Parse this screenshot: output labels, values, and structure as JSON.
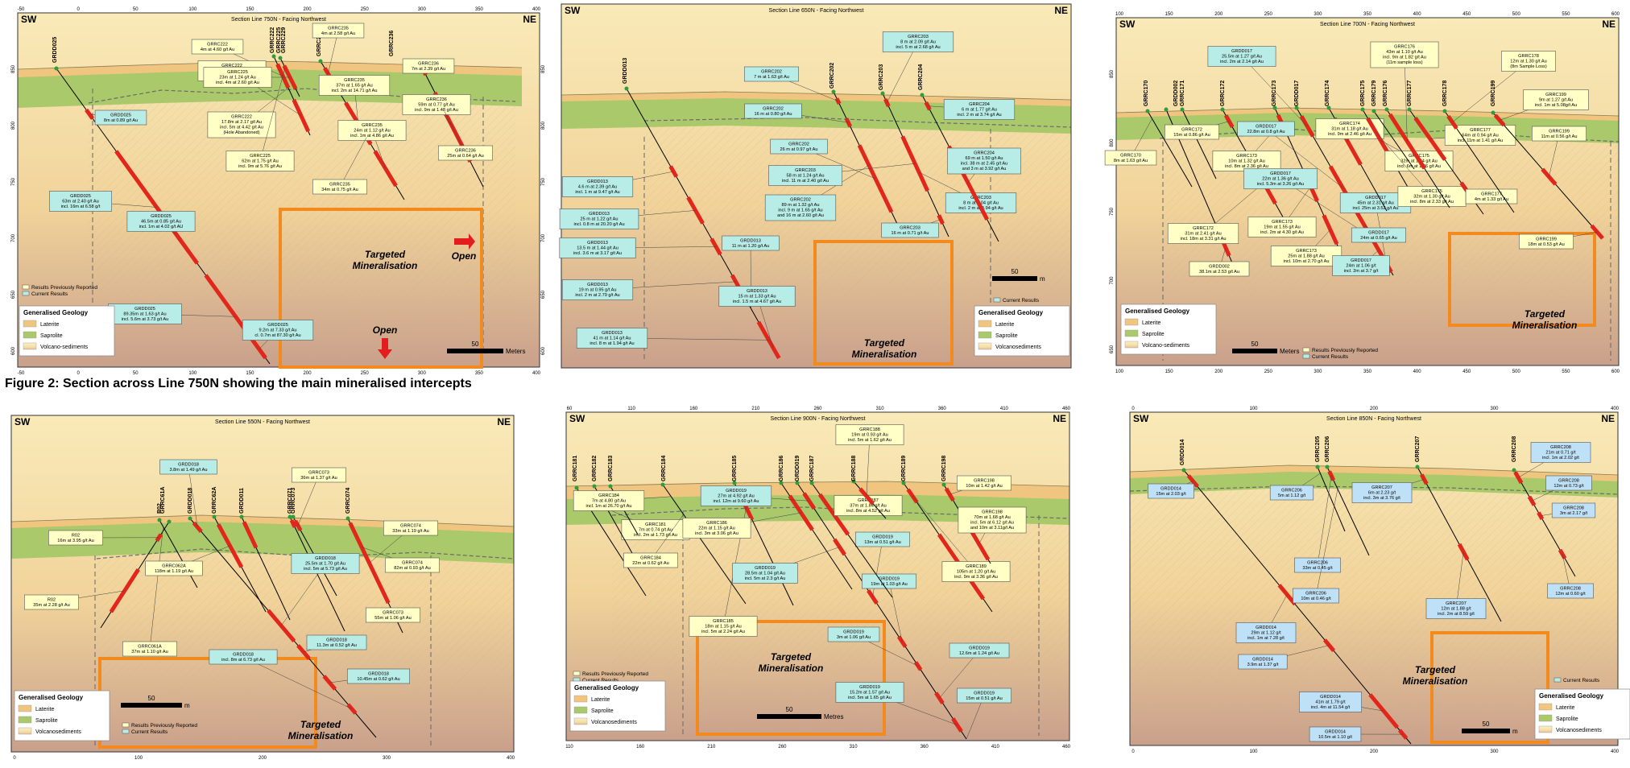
{
  "caption": "Figure 2: Section across Line 750N showing the main mineralised intercepts",
  "colors": {
    "laterite": "#efc57f",
    "saprolite": "#a9c96a",
    "volcano_top": "#f7e4ad",
    "volcano_bottom": "#c99a86",
    "hole_trace": "#000000",
    "intercept": "#e2261b",
    "target_box": "#f28a1e",
    "label_prev": "#ffffc6",
    "label_current": "#b8ece6",
    "label_blue": "#bfe1f7",
    "arrow": "#e31d1d"
  },
  "panels": [
    {
      "title": "Section Line 750N - Facing Northwest",
      "left_label": "SW",
      "right_label": "NE",
      "top_ticks": [
        "-50",
        "0",
        "50",
        "100",
        "150",
        "200",
        "250",
        "300",
        "350",
        "400"
      ],
      "bottom_ticks": [
        "-50",
        "0",
        "50",
        "100",
        "150",
        "200",
        "250",
        "300",
        "350",
        "400"
      ],
      "left_ticks": [
        "850",
        "800",
        "750",
        "700",
        "650",
        "600"
      ],
      "right_ticks": [
        "850",
        "800",
        "750",
        "700",
        "650",
        "600"
      ],
      "holes": [
        {
          "name": "GRDD025",
          "labels": [
            "GRDD025\n8m at 0.89 g/t Au",
            "GRDD025\n63m at 2.40 g/t Au\nincl. 16m at 6.58 g/t",
            "GRDD025\n46.5m at 0.85 g/t Au\nincl. 1m at 4.02 g/t AU",
            "GRDD025\n89.35m at 1.63 g/t Au\nincl. 5.6m at 3.73 g/t Au",
            "GRDD025\n9.2m at 7.33 g/t Au\ncl. 0.7m at 87.30 g/t Au"
          ]
        },
        {
          "name": "GRRC222",
          "labels": [
            "GRRC222\n4m at 4.60 g/t Au",
            "GRRC222\n25m at 1.87 g/t Au\nincl. 3m at 7.68 g/t Au",
            "GRRC222\n17.8m at 2.17 g/t Au\nincl. 5m at 4.42 g/t Au\n(Hole Abandoned)"
          ]
        },
        {
          "name": "GRRC225",
          "labels": [
            "GRRC225\n23m at 1.24 g/t Au\nincl. 4m at 2.60 g/t Au",
            "GRRC225\n62m at 1.75 g/t Au\nincl. 9m at 5.76 g/t Au"
          ]
        },
        {
          "name": "GRRC235",
          "labels": [
            "GRRC235\n4m at 2.58 g/t Au",
            "GRRC235\n37m at 1.65 g/t Au\nincl. 2m at 14.71 g/t Au",
            "GRRC235\n24m at 1.12 g/t Au\nincl. 1m at 4.86 g/t Au",
            "GRRC235\n34m at 0.75 g/t Au"
          ]
        },
        {
          "name": "GRRC236",
          "labels": [
            "GRRC236\n7m at 2.39 g/t Au",
            "GRRC236\n59m at 0.77 g/t Au\nincl. 9m at 1.48 g/t Au",
            "GRRC236\n25m at 0.64 g/t Au"
          ]
        }
      ],
      "extra_collars": [
        "GRRC229"
      ],
      "annotations": [
        "Open",
        "Open"
      ],
      "target_label": "Targeted\nMineralisation",
      "scale": {
        "value": "50",
        "unit": "Meters"
      },
      "result_legend": [
        "Results Previously Reported",
        "Current Results"
      ],
      "geology_legend": {
        "title": "Generalised Geology",
        "items": [
          "Laterite",
          "Saprolite",
          "Volcano-sediments"
        ]
      }
    },
    {
      "title": "Section Line 650N - Facing Northwest",
      "left_label": "SW",
      "right_label": "NE",
      "holes": [
        {
          "name": "GRDD013",
          "labels": [
            "GRDD013\n4.6 m at 2.39 g/t Au\nincl. 1 m at 9.47 g/t Au",
            "GRDD013\n25 m at 1.22 g/t Au\nincl. 0.8 m at 20.20 g/t Au",
            "GRDD013\n13.5 m at 1.44 g/t Au\nincl. 3.6 m at 3.17 g/t Au",
            "GRDD013\n19 m at 0.95 g/t Au\nincl. 2 m at 2.79 g/t Au",
            "GRDD013\n41 m at 1.14 g/t Au\nincl. 8 m at 1.94 g/t Au",
            "GRDD013\n11 m at 1.20 g/t Au",
            "GRDD013\n15 m at 1.33 g/t Au\nincl. 1.5 m at 4.67 g/t Au"
          ]
        },
        {
          "name": "GRRC202",
          "labels": [
            "GRRC202\n7 m at 1.63 g/t Au",
            "GRRC202\n16 m at 0.80 g/t Au",
            "GRRC202\n26 m at 0.97 g/t Au",
            "GRRC202\n89 m at 1.32 g/t Au\nincl. 9 m at 1.65 g/t Au\nand 16 m at 2.60 g/t Au"
          ]
        },
        {
          "name": "GRRC203",
          "labels": [
            "GRRC203\n8 m at 2.09 g/t Au\nincl. 5 m at 2.68 g/t Au",
            "GRRC203\n58 m at 1.24 g/t Au\nincl. 11 m at 2.40 g/t Au",
            "GRRC203\n16 m at 0.71 g/t Au",
            "GRRC203\n8 m at 2.04 g/t Au\nincl. 2 m at 4.94 g/t Au"
          ]
        },
        {
          "name": "GRRC204",
          "labels": [
            "GRRC204\n6 m at 1.77 g/t Au\nincl. 2 m at 3.74 g/t Au",
            "GRRC204\n69 m at 1.50 g/t Au\nincl. 38 m at 2.45 g/t Au\nand 3 m at 3.92 g/t Au"
          ]
        }
      ],
      "target_label": "Targeted\nMineralisation",
      "scale": {
        "value": "50",
        "unit": "m"
      },
      "result_legend": [
        "Current Results"
      ],
      "geology_legend": {
        "title": "Generalised Geology",
        "items": [
          "Laterite",
          "Saprolite",
          "Volcanosediments"
        ]
      }
    },
    {
      "title": "Section Line 700N - Facing Northwest",
      "left_label": "SW",
      "right_label": "NE",
      "top_ticks": [
        "100",
        "150",
        "200",
        "250",
        "300",
        "350",
        "400",
        "450",
        "500",
        "550",
        "600"
      ],
      "bottom_ticks": [
        "100",
        "150",
        "200",
        "250",
        "300",
        "350",
        "400",
        "450",
        "500",
        "550",
        "600"
      ],
      "left_ticks": [
        "850",
        "800",
        "750",
        "700",
        "650"
      ],
      "holes": [
        {
          "name": "GRRC170",
          "labels": [
            "GRRC170\n8m at 1.63 g/t Au"
          ]
        },
        {
          "name": "GRDD002",
          "labels": [
            "GRDD002\n38.1m at 2.53 g/t Au"
          ]
        },
        {
          "name": "GRRC171",
          "labels": []
        },
        {
          "name": "GRRC172",
          "labels": [
            "GRRC172\n15m at 0.86 g/t Au",
            "GRRC172\n31m at 2.41 g/t Au\nincl. 18m at 3.31 g/t Au"
          ]
        },
        {
          "name": "GRRC173",
          "labels": [
            "GRRC173\n10m at 1.32 g/t Au\nincl. 8m at 2.36 g/t Au",
            "GRRC173\n19m at 1.55 g/t Au\nincl. 2m at 4.30 g/t Au",
            "GRRC173\n25m at 1.88 g/t Au\nincl. 10m at 2.70 g/t Au"
          ]
        },
        {
          "name": "GRDD017",
          "labels": [
            "GRDD017\n25.5m at 1.27 g/t Au\nincl. 2m at 2.14 g/t Au",
            "GRDD017\n22.8m at 0.8 g/t Au",
            "GRDD017\n22m at 1.36 g/t Au\nincl. 5.3m at 3.26 g/t Au",
            "GRDD017\n45m at 2.31 g/t Au\nincl. 25m at 3.52 g/t Au",
            "GRDD017\n24m at 0.65 g/t Au",
            "GRDD017\n24m at 1.06 g/t\nincl. 2m at 3.7 g/t"
          ]
        },
        {
          "name": "GRRC174",
          "labels": [
            "GRRC174\n31m at 1.18 g/t Au\nincl. 9m at 2.46 g/t Au"
          ]
        },
        {
          "name": "GRRC175",
          "labels": [
            "GRRC175\n32m at 1.04 g/t Au\nincl. 6m at 1.86 g/t Au",
            "GRRC175\n32m at 1.30 g/t Au\nincl. 8m at 2.33 g/t Au"
          ]
        },
        {
          "name": "GRRC176",
          "labels": [
            "GRRC176\n43m at 1.10 g/t Au\nincl. 9m at 1.82 g/t Au\n(11m sample loss)"
          ]
        },
        {
          "name": "GRRC177",
          "labels": [
            "GRRC177\n64m at 0.94 g/t Au\nincl. 11m at 1.41 g/t Au",
            "GRRC177\n4m at 1.33 g/t Au"
          ]
        },
        {
          "name": "GRRC178",
          "labels": [
            "GRRC178\n12m at 1.30 g/t Au\n(8m Sample Loss)"
          ]
        },
        {
          "name": "GRRC179",
          "labels": []
        },
        {
          "name": "GRRC199",
          "labels": [
            "GRRC199\n9m at 1.27 g/t Au\nincl. 1m at 5.08g/t Au",
            "GRRC199\n11m at 0.56 g/t Au",
            "GRRC199\n18m at 0.53 g/t Au"
          ]
        }
      ],
      "target_label": "Targeted\nMineralisation",
      "scale": {
        "value": "50",
        "unit": "Meters"
      },
      "result_legend": [
        "Results Previously Reported",
        "Current Results"
      ],
      "geology_legend": {
        "title": "Generalised Geology",
        "items": [
          "Laterite",
          "Saprolite",
          "Volcano-sediments"
        ]
      }
    },
    {
      "title": "Section Line 550N - Facing Northwest",
      "left_label": "SW",
      "right_label": "NE",
      "bottom_ticks": [
        "0",
        "100",
        "200",
        "300",
        "400"
      ],
      "holes": [
        {
          "name": "R02",
          "labels": [
            "R02\n16m at 3.95 g/t Au",
            "R02\n35m at 2.28 g/t Au"
          ]
        },
        {
          "name": "GRRC61A",
          "labels": [
            "GRRC061A\n37m at 1.10 g/t Au"
          ]
        },
        {
          "name": "GRRC62A",
          "labels": [
            "GRRC062A\n118m at 1.19 g/t Au"
          ]
        },
        {
          "name": "GRDD011",
          "labels": []
        },
        {
          "name": "GRRC071",
          "labels": []
        },
        {
          "name": "GRRC073",
          "labels": [
            "GRRC073\n36m at 1.37 g/t Au"
          ]
        },
        {
          "name": "GRRC074",
          "labels": [
            "GRRC074\n33m at 1.19 g/t Au",
            "GRRC074\n82m at 0.93 g/t Au"
          ]
        },
        {
          "name": "GRDD018",
          "labels": [
            "GRDD018\n3.8m at 1.49 g/t Au",
            "GRDD018\n25.5m at 1.70 g/t Au\nincl. 5m at 5.73 g/t Au",
            "GRDD018\n11.3m at 0.52 g/t Au",
            "GRDD018\n10.45m at 0.62 g/t Au",
            "GRDD018\nincl. 8m at 6.73 g/t Au"
          ]
        }
      ],
      "extra_labels": [
        "GRRC073\n55m at 1.06 g/t Au"
      ],
      "target_label": "Targeted\nMineralisation",
      "scale": {
        "value": "50",
        "unit": "m"
      },
      "result_legend": [
        "Results Previously Reported",
        "Current Results"
      ],
      "geology_legend": {
        "title": "Generalised Geology",
        "items": [
          "Laterite",
          "Saprolite",
          "Volcanosediments"
        ]
      }
    },
    {
      "title": "Section Line 900N - Facing Northwest",
      "left_label": "SW",
      "right_label": "NE",
      "top_ticks": [
        "60",
        "110",
        "160",
        "210",
        "260",
        "310",
        "360",
        "410",
        "460"
      ],
      "bottom_ticks": [
        "110",
        "160",
        "210",
        "260",
        "310",
        "360",
        "410",
        "460"
      ],
      "holes": [
        {
          "name": "GRRC181",
          "labels": [
            "GRRC181\n7m at 0.74 g/t Au\nincl. 2m at 1.73 g/t Au"
          ]
        },
        {
          "name": "GRRC182",
          "labels": []
        },
        {
          "name": "GRRC183",
          "labels": []
        },
        {
          "name": "GRRC184",
          "labels": [
            "GRRC184\n7m at 4.80 g/t Au\nincl. 1m at 26.70 g/t Au",
            "GRRC184\n22m at 0.62 g/t Au"
          ]
        },
        {
          "name": "GRRC185",
          "labels": [
            "GRRC185\n18m at 1.15 g/t Au\nincl. 5m at 2.24 g/t Au"
          ]
        },
        {
          "name": "GRRC186",
          "labels": [
            "GRRC186\n22m at 1.15 g/t Au\nincl. 3m at 3.06 g/t Au"
          ]
        },
        {
          "name": "GRDD019",
          "labels": [
            "GRDD019\n27m at 4.92 g/t Au\nincl. 12m at 9.60 g/t Au",
            "GRDD019\n28.5m at 1.04 g/t Au\nincl. 5m at 2.3 g/t Au",
            "GRDD019\n13m at 0.51 g/t Au",
            "GRDD019\n19m at 1.03 g/t Au",
            "GRDD019\n3m at 1.06 g/t Au",
            "GRDD019\n12.6m at 1.24 g/t Au",
            "GRDD019\n15.2m at 1.57 g/t Au\nincl. 5m at 1.65 g/t Au",
            "GRDD019\n15m at 0.51 g/t Au"
          ]
        },
        {
          "name": "GRRC187",
          "labels": [
            "GRRC187\n37m at 1.84 g/t Au\nincl. 8m at 4.52 g/t Au"
          ]
        },
        {
          "name": "GRRC188",
          "labels": [
            "GRRC188\n19m at 0.93 g/t Au\nincl. 5m at 1.62 g/t Au"
          ]
        },
        {
          "name": "GRRC189",
          "labels": [
            "GRRC189\n105m at 1.20 g/t Au\nincl. 9m at 3.36 g/t Au"
          ]
        },
        {
          "name": "GRRC198",
          "labels": [
            "GRRC198\n10m at 1.42 g/t Au",
            "GRRC198\n70m at 1.68 g/t Au\nincl. 5m at 6.12 g/t Au\nand 10m at 3.11g/t Au"
          ]
        }
      ],
      "target_label": "Targeted\nMineralisation",
      "scale": {
        "value": "50",
        "unit": "Metres"
      },
      "result_legend": [
        "Results Previously Reported",
        "Current Results"
      ],
      "geology_legend": {
        "title": "Generalised Geology",
        "items": [
          "Laterite",
          "Saprolite",
          "Volcanosediments"
        ]
      }
    },
    {
      "title": "Section Line 850N - Facing Northwest",
      "left_label": "SW",
      "right_label": "NE",
      "top_ticks": [
        "0",
        "100",
        "200",
        "300",
        "400"
      ],
      "bottom_ticks": [
        "0",
        "100",
        "200",
        "300",
        "400"
      ],
      "holes": [
        {
          "name": "GRDD014",
          "labels": [
            "GRDD014\n15m at 2.03 g/t",
            "GRDD014\n29m at 1.12 g/t\nincl. 1m at 7.28 g/t",
            "GRDD014\n3.9m at 1.37 g/t",
            "GRDD014\n41m at 1.79 g/t\nincl. 4m at 11.54 g/t",
            "GRDD014\n10.5m at 1.10 g/t"
          ]
        },
        {
          "name": "GRRC205",
          "labels": [
            "GRRC206\n5m at 1.12 g/t"
          ]
        },
        {
          "name": "GRRC206",
          "labels": [
            "GRRC206\n33m at 0.45 g/t",
            "GRRC206\n10m at 0.46 g/t"
          ]
        },
        {
          "name": "GRRC207",
          "labels": [
            "GRRC207\n6m at 2.23 g/t\nincl. 3m at 3.76 g/t",
            "GRRC207\n12m at 1.88 g/t\nincl. 2m at 8.59 g/t"
          ]
        },
        {
          "name": "GRRC208",
          "labels": [
            "GRRC208\n21m at 0.71 g/t\nincl. 1m at 2.02 g/t",
            "GRRC208\n12m at 0.73 g/t",
            "GRRC208\n3m at 2.17 g/t",
            "GRRC208\n12m at 0.60 g/t"
          ]
        }
      ],
      "target_label": "Targeted\nMineralisation",
      "scale": {
        "value": "50",
        "unit": "m"
      },
      "result_legend": [
        "Current Results"
      ],
      "geology_legend": {
        "title": "Generalised Geology",
        "items": [
          "Laterite",
          "Saprolite",
          "Volcanosediments"
        ]
      }
    }
  ]
}
